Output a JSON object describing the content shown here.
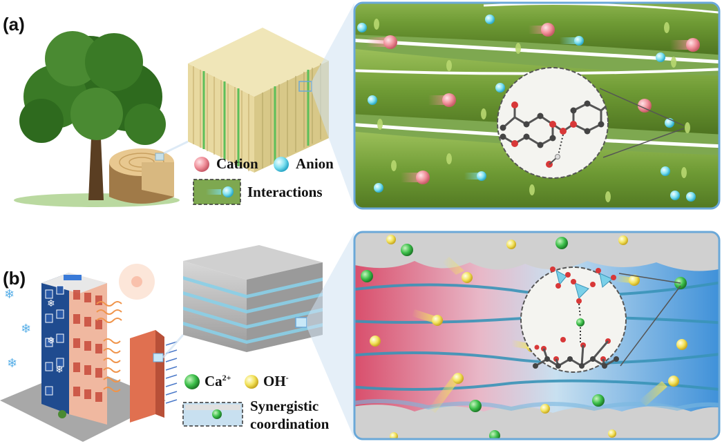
{
  "panels": {
    "a": {
      "label": "(a)",
      "legend": {
        "cation": "Cation",
        "anion": "Anion",
        "interactions": "Interactions"
      }
    },
    "b": {
      "label": "(b)",
      "legend": {
        "ca": "Ca",
        "ca_sup": "2+",
        "oh": "OH",
        "oh_sup": "-",
        "synergistic_line1": "Synergistic",
        "synergistic_line2": "coordination"
      }
    }
  },
  "colors": {
    "cation": "#f0909a",
    "anion": "#7ee0f0",
    "calcium": "#3cbf4a",
    "hydroxide": "#f2e25a",
    "frame_blue": "#6aa8d8",
    "fiber_green": "#6e9a34",
    "wood_tan": "#e8d9a0"
  }
}
